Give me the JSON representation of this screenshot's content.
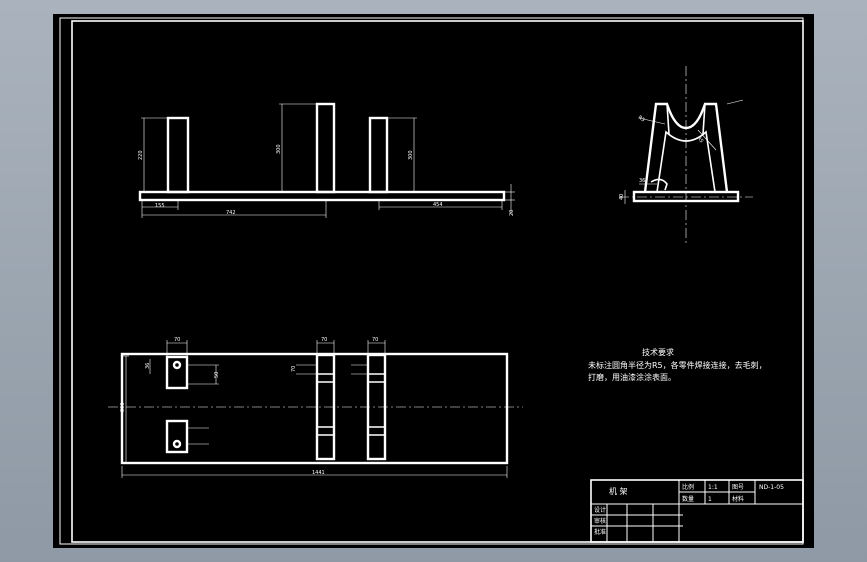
{
  "drawing": {
    "background_color": "#000000",
    "line_color": "#ffffff",
    "front_view": {
      "dims": {
        "h1": "220",
        "h2": "300",
        "h3": "300",
        "w1": "155",
        "w2": "742",
        "w3": "454",
        "t": "20"
      }
    },
    "side_view": {
      "dims": {
        "r1": "R5",
        "r2": "R5",
        "small": "36",
        "side": "40"
      }
    },
    "plan_view": {
      "dims": {
        "height": "300",
        "length": "1441",
        "top1": "70",
        "top2": "70",
        "top3": "70",
        "a": "36",
        "b": "50",
        "c": "70"
      }
    },
    "tech_notes": {
      "title": "技术要求",
      "line1": "未标注圆角半径为R5，各零件焊接连接，去毛刺，",
      "line2": "打磨，用油漆涂涂表面。"
    },
    "title_block": {
      "name": "机  架",
      "cell_ratio": "比例",
      "cell_ratio_val": "1:1",
      "cell_weight": "数量",
      "cell_weight_val": "1",
      "cell_no": "图号",
      "cell_no_val": "ND-1-05",
      "cell_material": "材料",
      "design": "设计",
      "check": "审核",
      "approve": "批准"
    }
  }
}
